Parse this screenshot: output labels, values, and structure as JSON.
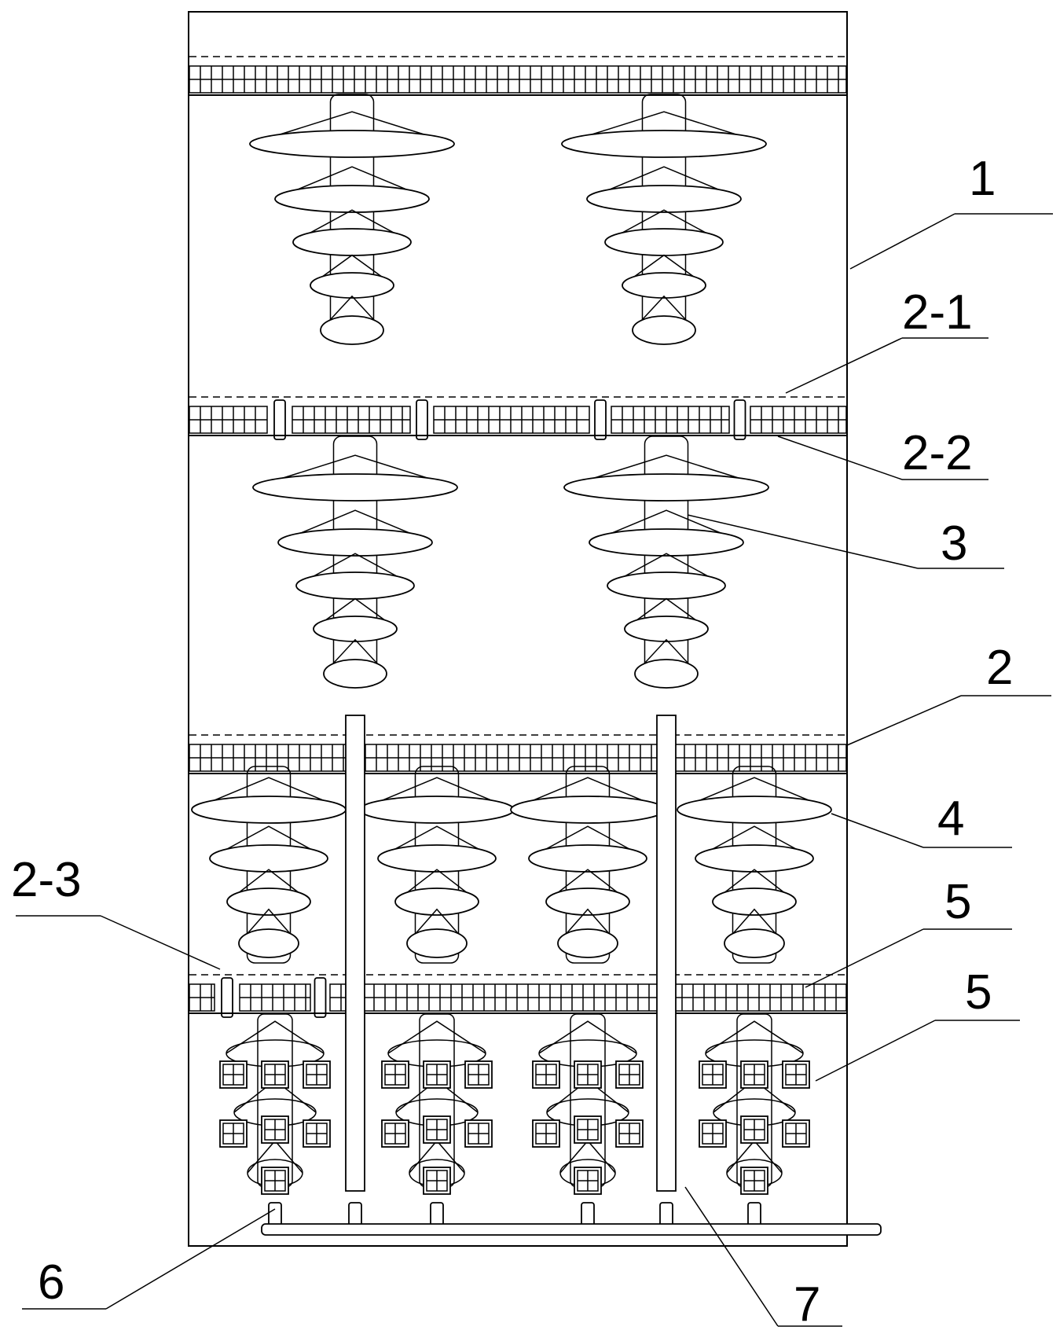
{
  "labels": {
    "l1": "1",
    "l2_1": "2-1",
    "l2_2": "2-2",
    "l3": "3",
    "l2": "2",
    "l4": "4",
    "l2_3": "2-3",
    "l5a": "5",
    "l5b": "5",
    "l6": "6",
    "l7": "7"
  }
}
